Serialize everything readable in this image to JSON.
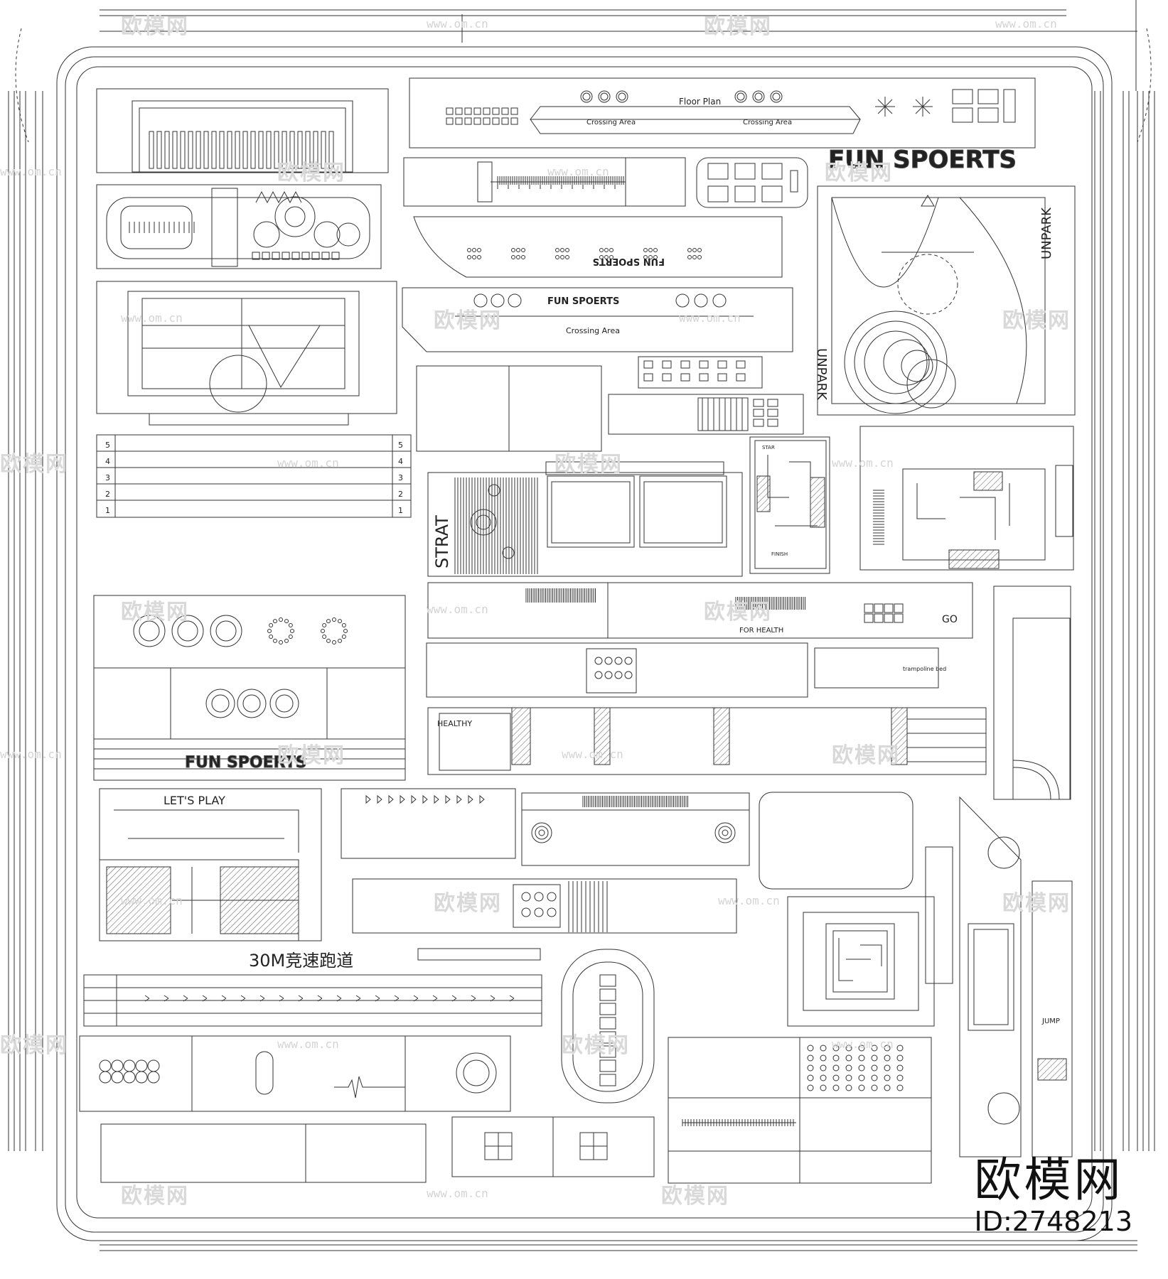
{
  "watermark": {
    "brand": "欧模网",
    "url": "www.om.cn"
  },
  "labels": {
    "fun_sports_big": "FUN SPOERTS",
    "fun_sports_mirror": "FUN SPOERTS",
    "floor_plan": "Floor Plan",
    "crossing_area": "Crossing Area",
    "unpark": "UNPARK",
    "strat": "STRAT",
    "jump": "JUMP",
    "lets_play": "LET'S PLAY",
    "healthy": "HEALTHY",
    "for_health": "FOR HEALTH",
    "go": "GO",
    "start": "STAR",
    "finish": "FINISH",
    "dash_30m": "30M竞速跑道",
    "trampoline": "trampoline bed",
    "lanes": [
      "1",
      "2",
      "3",
      "4",
      "5"
    ]
  },
  "footer": {
    "brand": "欧模网",
    "id": "ID:2748213"
  }
}
